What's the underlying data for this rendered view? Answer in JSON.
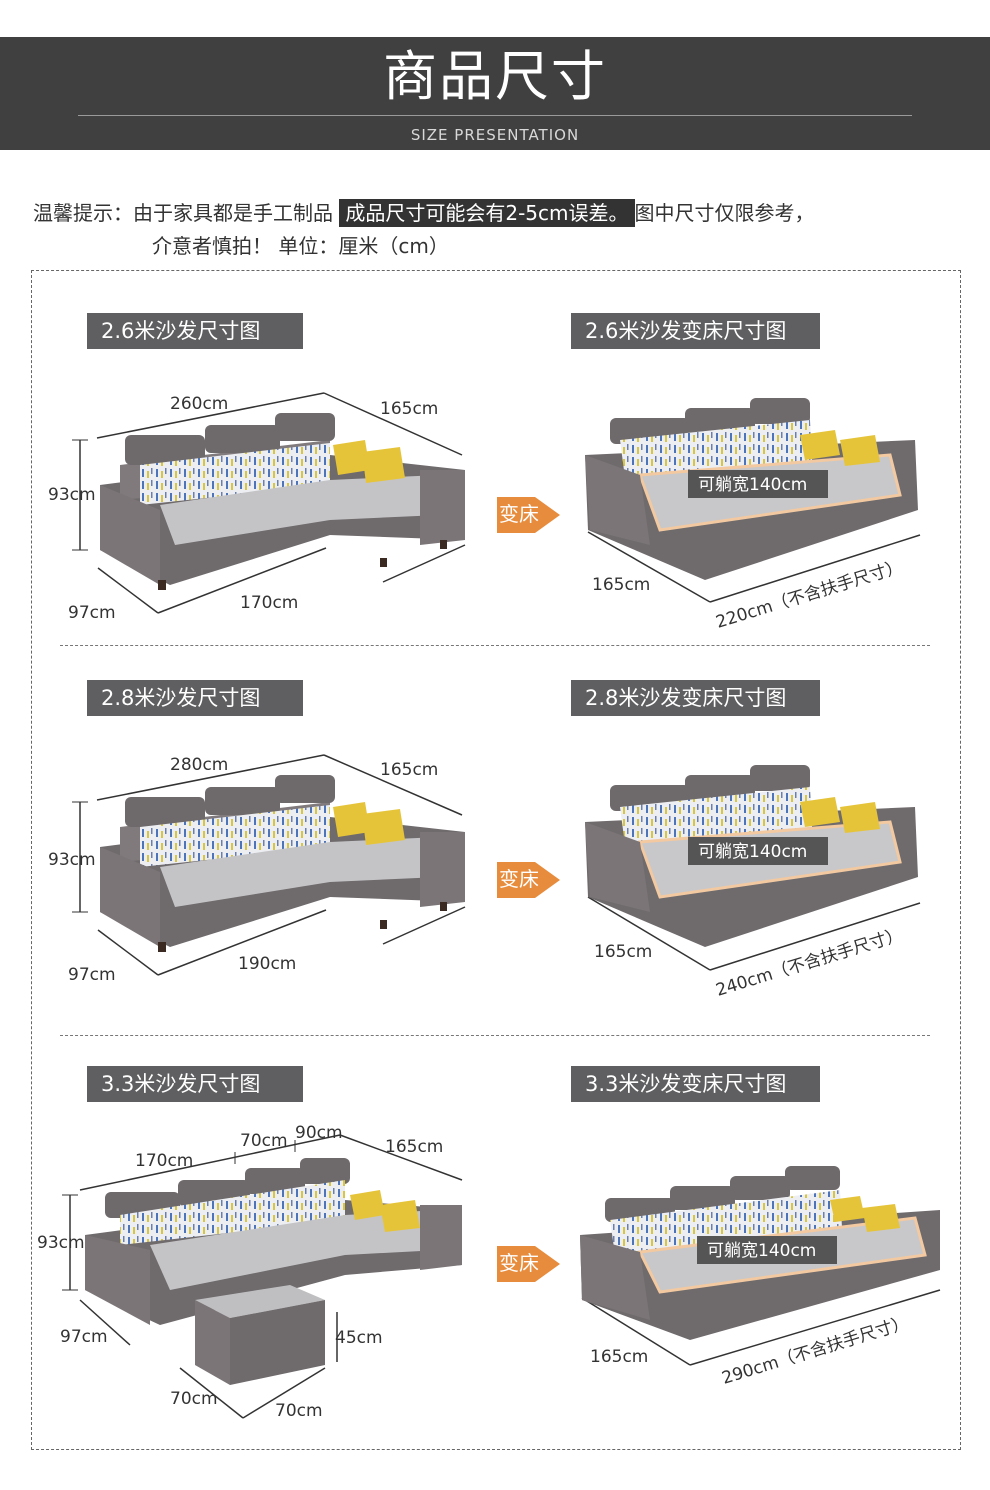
{
  "header": {
    "title": "商品尺寸",
    "subtitle": "SIZE PRESENTATION"
  },
  "notice": {
    "prefix": "温馨提示：由于家具都是手工制品 ",
    "highlight": "成品尺寸可能会有2-5cm误差。",
    "suffix": "图中尺寸仅限参考，",
    "line2": "介意者慎拍！ 单位：厘米（cm）"
  },
  "arrow_label": "变床",
  "sections": [
    {
      "sofa_title": "2.6米沙发尺寸图",
      "bed_title": "2.6米沙发变床尺寸图",
      "sofa": {
        "length": "260cm",
        "chaise": "165cm",
        "height": "93cm",
        "depth": "97cm",
        "seat": "170cm"
      },
      "bed": {
        "sleep_width": "可躺宽140cm",
        "depth": "165cm",
        "length": "220cm（不含扶手尺寸）"
      }
    },
    {
      "sofa_title": "2.8米沙发尺寸图",
      "bed_title": "2.8米沙发变床尺寸图",
      "sofa": {
        "length": "280cm",
        "chaise": "165cm",
        "height": "93cm",
        "depth": "97cm",
        "seat": "190cm"
      },
      "bed": {
        "sleep_width": "可躺宽140cm",
        "depth": "165cm",
        "length": "240cm（不含扶手尺寸）"
      }
    },
    {
      "sofa_title": "3.3米沙发尺寸图",
      "bed_title": "3.3米沙发变床尺寸图",
      "sofa": {
        "seat_a": "170cm",
        "seat_b": "70cm",
        "seat_c": "90cm",
        "chaise": "165cm",
        "height": "93cm",
        "depth": "97cm"
      },
      "ottoman": {
        "height": "45cm",
        "width": "70cm",
        "depth": "70cm"
      },
      "bed": {
        "sleep_width": "可躺宽140cm",
        "depth": "165cm",
        "length": "290cm（不含扶手尺寸）"
      }
    }
  ],
  "colors": {
    "header_bg": "#404040",
    "label_bg": "#5f5f61",
    "fabric": "#7b7577",
    "cushion": "#bfbfc1",
    "pillow": "#e6c43a",
    "arrow": "#e78b3c"
  }
}
